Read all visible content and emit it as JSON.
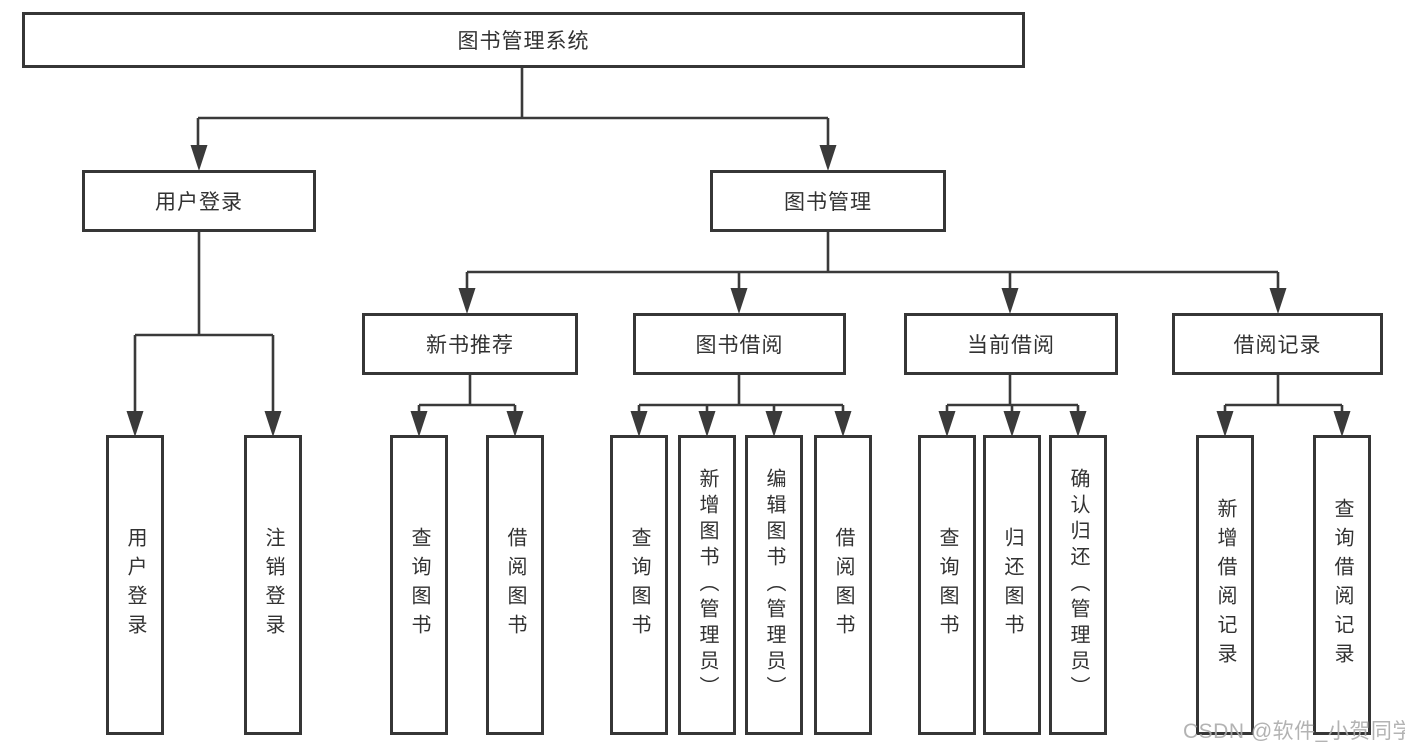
{
  "tree": {
    "root": "图书管理系统",
    "children": [
      {
        "label": "用户登录",
        "children": [
          {
            "label": "用户登录"
          },
          {
            "label": "注销登录"
          }
        ]
      },
      {
        "label": "图书管理",
        "children": [
          {
            "label": "新书推荐",
            "children": [
              {
                "label": "查询图书"
              },
              {
                "label": "借阅图书"
              }
            ]
          },
          {
            "label": "图书借阅",
            "children": [
              {
                "label": "查询图书"
              },
              {
                "label": "新增图书（管理员）"
              },
              {
                "label": "编辑图书（管理员）"
              },
              {
                "label": "借阅图书"
              }
            ]
          },
          {
            "label": "当前借阅",
            "children": [
              {
                "label": "查询图书"
              },
              {
                "label": "归还图书"
              },
              {
                "label": "确认归还（管理员）"
              }
            ]
          },
          {
            "label": "借阅记录",
            "children": [
              {
                "label": "新增借阅记录"
              },
              {
                "label": "查询借阅记录"
              }
            ]
          }
        ]
      }
    ]
  },
  "watermark": "CSDN @软件_小贺同学",
  "colors": {
    "background": "#ffffff",
    "box_fill": "#ffffff",
    "box_border": "#363636",
    "line": "#3a3a3a",
    "text": "#323232",
    "watermark": "#ababab"
  }
}
